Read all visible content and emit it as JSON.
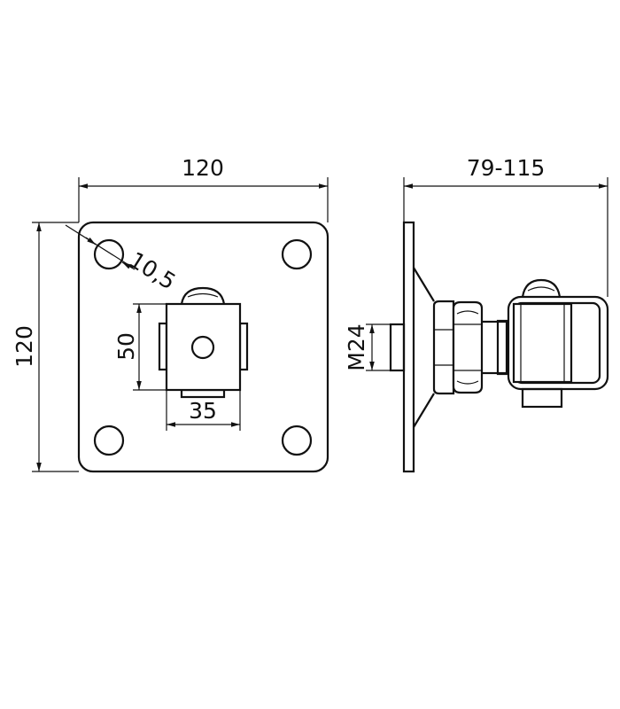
{
  "dimensions": {
    "front_width": "120",
    "front_height": "120",
    "hole_diameter": "10,5",
    "hinge_height": "50",
    "hinge_width": "35",
    "side_length": "79-115",
    "thread": "M24"
  }
}
